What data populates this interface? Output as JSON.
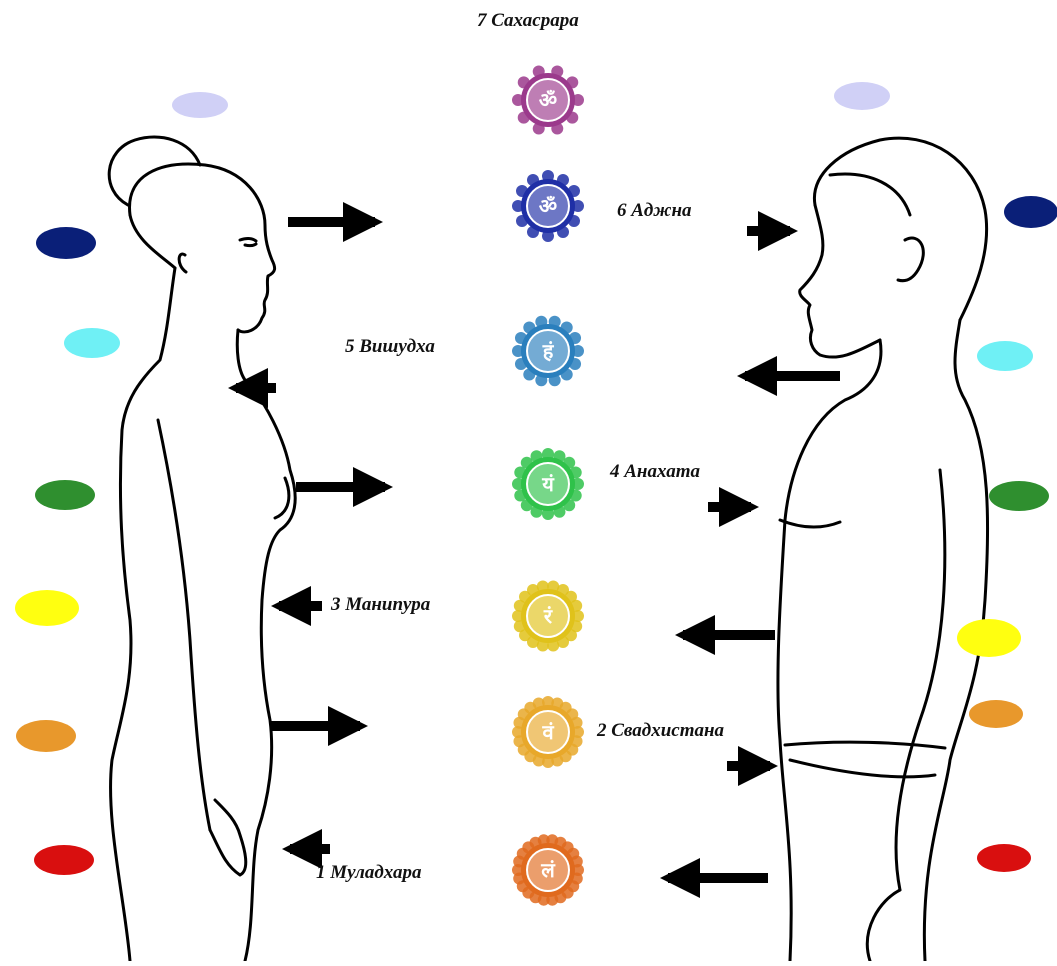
{
  "labels": {
    "c7": "7 Сахасрара",
    "c6": "6 Аджна",
    "c5": "5 Вишудха",
    "c4": "4 Анахата",
    "c3": "3 Манипура",
    "c2": "2 Свадхистана",
    "c1": "1 Муладхара"
  },
  "chakras": [
    {
      "id": "c7",
      "name": "Сахасрара",
      "number": 7,
      "color": "#9b3a8c",
      "swatch": "#d0d0f6",
      "glyph": "ॐ",
      "icon": "sahasrara-icon"
    },
    {
      "id": "c6",
      "name": "Аджна",
      "number": 6,
      "color": "#1f2fa6",
      "swatch": "#0a1f78",
      "glyph": "ॐ",
      "icon": "ajna-icon"
    },
    {
      "id": "c5",
      "name": "Вишудха",
      "number": 5,
      "color": "#2a7fbd",
      "swatch": "#6ff0f5",
      "glyph": "हं",
      "icon": "vishuddha-icon"
    },
    {
      "id": "c4",
      "name": "Анахата",
      "number": 4,
      "color": "#2fc24a",
      "swatch": "#2f8f2f",
      "glyph": "यं",
      "icon": "anahata-icon"
    },
    {
      "id": "c3",
      "name": "Манипура",
      "number": 3,
      "color": "#e0c21a",
      "swatch": "#ffff10",
      "glyph": "रं",
      "icon": "manipura-icon"
    },
    {
      "id": "c2",
      "name": "Свадхистана",
      "number": 2,
      "color": "#e8a82a",
      "swatch": "#e8982c",
      "glyph": "वं",
      "icon": "svadhisthana-icon"
    },
    {
      "id": "c1",
      "name": "Муладхара",
      "number": 1,
      "color": "#e06a1e",
      "swatch": "#d90f0f",
      "glyph": "लं",
      "icon": "muladhara-icon"
    }
  ]
}
